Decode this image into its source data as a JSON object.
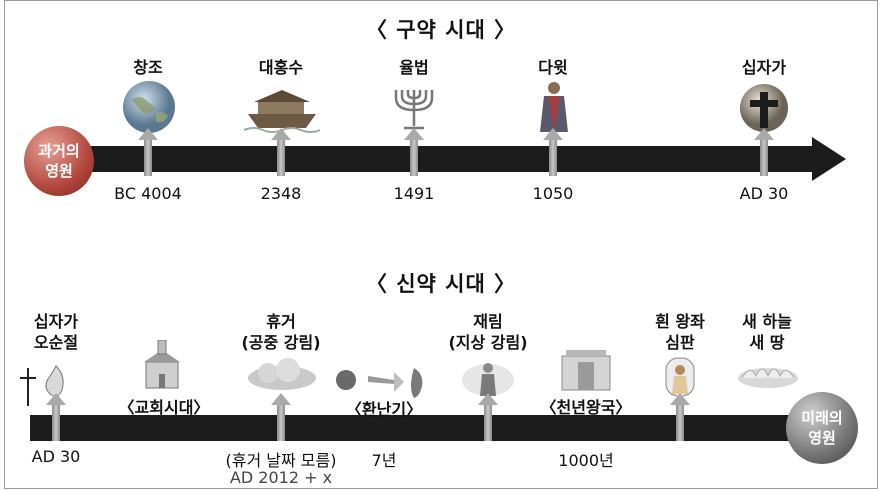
{
  "old_testament": {
    "title": "〈 구약 시대 〉",
    "start_ball": {
      "line1": "과거의",
      "line2": "영원"
    },
    "events": [
      {
        "label": "창조",
        "date": "BC 4004",
        "icon": "earth-icon"
      },
      {
        "label": "대홍수",
        "date": "2348",
        "icon": "ark-icon"
      },
      {
        "label": "율법",
        "date": "1491",
        "icon": "menorah-icon"
      },
      {
        "label": "다윗",
        "date": "1050",
        "icon": "king-david-icon"
      },
      {
        "label": "십자가",
        "date": "AD 30",
        "icon": "cross-globe-icon"
      }
    ]
  },
  "new_testament": {
    "title": "〈 신약 시대 〉",
    "end_ball": {
      "line1": "미래의",
      "line2": "영원"
    },
    "events": [
      {
        "label1": "십자가",
        "label2": "오순절",
        "date": "AD 30",
        "icon": "cross-flame-icon"
      },
      {
        "label1": "휴거",
        "label2": "(공중 강림)",
        "date": "(휴거 날짜 모름)",
        "sub": "AD 2012 + x",
        "icon": "cloud-icon"
      },
      {
        "label1": "재림",
        "label2": "(지상 강림)",
        "date": "",
        "icon": "second-coming-icon"
      },
      {
        "label1": "흰 왕좌",
        "label2": "심판",
        "date": "",
        "icon": "throne-icon"
      }
    ],
    "eras": [
      {
        "label": "〈교회시대〉",
        "icon": "church-icon"
      },
      {
        "label": "〈환난기〉",
        "date": "7년",
        "icon": "trumpet-icon"
      },
      {
        "label": "〈천년왕국〉",
        "date": "1000년",
        "icon": "temple-icon"
      }
    ],
    "new_heaven": {
      "line1": "새 하늘",
      "line2": "새 땅",
      "icon": "new-earth-icon"
    }
  }
}
